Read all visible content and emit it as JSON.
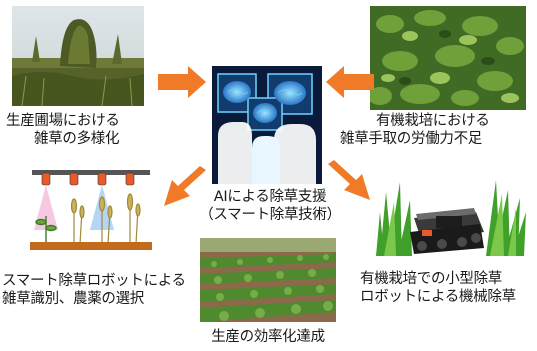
{
  "center": {
    "line1": "AIによる除草支援",
    "line2": "（スマート除草技術）"
  },
  "nodes": {
    "top_left": {
      "line1": "生産圃場における",
      "line2": "雑草の多様化"
    },
    "top_right": {
      "line1": "有機栽培における",
      "line2": "雑草手取の労働力不足"
    },
    "bottom_left": {
      "line1": "スマート除草ロボットによる",
      "line2": "雑草識別、農薬の選択"
    },
    "bottom_right": {
      "line1": "有機栽培での小型除草",
      "line2": "ロボットによる機械除草"
    },
    "bottom_center": {
      "line1": "生産の効率化達成"
    }
  },
  "colors": {
    "arrow": "#f07a28",
    "ai_background": "#0a1a3a",
    "ai_glow": "#6fd3ff"
  },
  "icons": {
    "ai_image": "brain-heads-family-icon",
    "robot_image": "weeding-robot-icon",
    "sprayer_image": "sprayer-nozzles-icon"
  }
}
